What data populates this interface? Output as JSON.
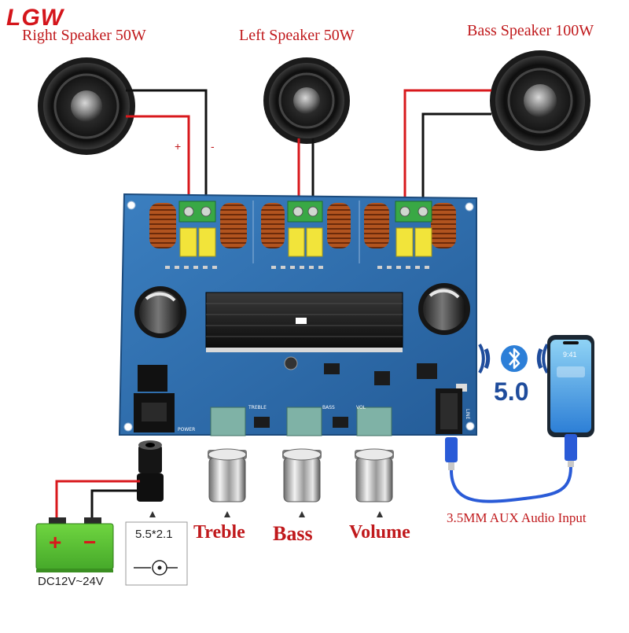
{
  "logo": "LGW",
  "speakers": {
    "right": "Right Speaker 50W",
    "left": "Left Speaker 50W",
    "bass": "Bass Speaker 100W"
  },
  "polarity": {
    "plus": "+",
    "minus": "-"
  },
  "bluetooth": {
    "version": "5.0"
  },
  "phone": {
    "time": "9:41"
  },
  "knobs": {
    "treble": "Treble",
    "bass": "Bass",
    "volume": "Volume"
  },
  "aux_input": "3.5MM AUX Audio Input",
  "power": {
    "battery_plus": "+",
    "battery_minus": "−",
    "voltage": "DC12V~24V",
    "jack_size": "5.5*2.1"
  },
  "board": {
    "treble_silk": "TREBLE",
    "bass_silk": "BASS",
    "vol_silk": "VOL",
    "power_silk": "POWER",
    "line_silk": "LINE"
  },
  "colors": {
    "label_red": "#c0191c",
    "pcb_blue": "#2f6fae",
    "bt_blue": "#1f4c9c",
    "battery_green": "#5ec637",
    "wire_red": "#d8181c",
    "wire_black": "#111111",
    "cable_blue": "#2a5bd7"
  }
}
